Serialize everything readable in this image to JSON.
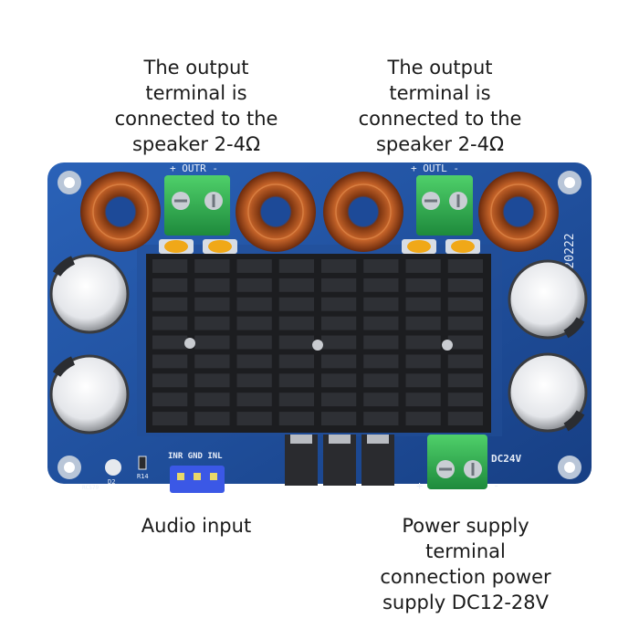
{
  "captions": {
    "output_left": "The output\nterminal is\nconnected to the\nspeaker 2-4Ω",
    "output_right": "The output\nterminal is\nconnected to the\nspeaker 2-4Ω",
    "audio_input": "Audio input",
    "power_supply": "Power supply\nterminal\nconnection power\nsupply DC12-28V"
  },
  "board": {
    "color": "#1f4f9e",
    "silkscreen": {
      "out_right_label": "+ OUTR -",
      "out_left_label": "+ OUTL -",
      "date_code": "20220222",
      "audio_pins": "INR GND INL",
      "power_label": "DC24V",
      "plus_sign": "+",
      "minus_sign": "-",
      "led_label": "D2",
      "resistor_label": "R14",
      "part_code": "RC579"
    }
  },
  "icons": [
    "inductor-coil-icon",
    "screw-terminal-icon",
    "capacitor-icon",
    "heatsink-icon",
    "mosfet-icon",
    "audio-connector-icon"
  ]
}
